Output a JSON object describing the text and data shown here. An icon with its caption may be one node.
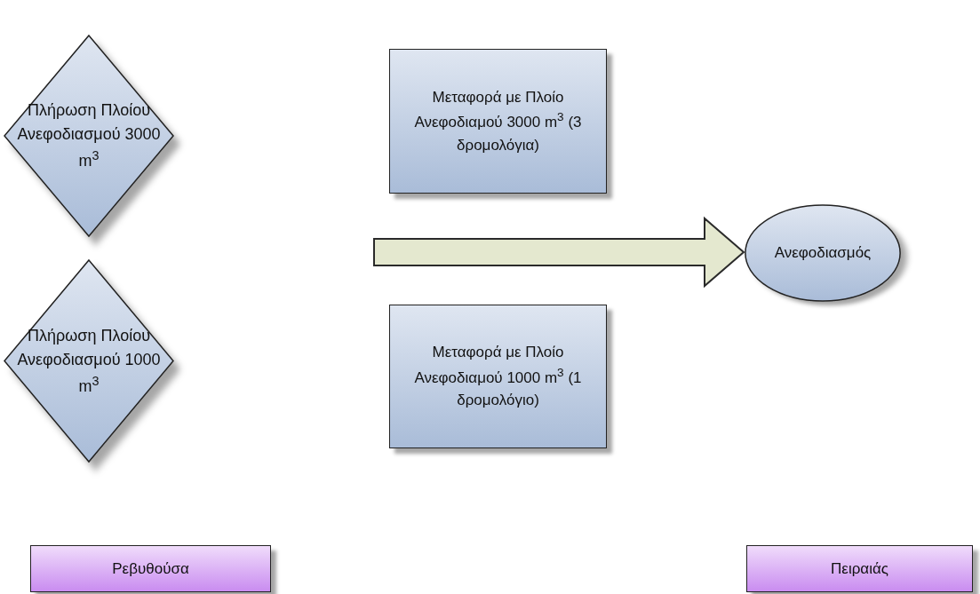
{
  "diagram": {
    "nodes": [
      {
        "text": [
          "Πλήρωση Πλοίου Ανεφοδιασμού 3000 m$^{3}$"
        ]
      },
      {
        "text": [
          "Μεταφορά με Πλοίο Ανεφοδιαμού 3000 m$^{3}$ (3 δρομολόγια)"
        ]
      },
      {
        "text": [
          "Ανεφοδιασμός"
        ]
      },
      {
        "text": [
          "Πλήρωση Πλοίου Ανεφοδιασμού 1000 m$^{3}$"
        ]
      },
      {
        "text": [
          "Μεταφορά με Πλοίο Ανεφοδιαμού 1000 m$^{3}$ (1 δρομολόγιο)"
        ]
      },
      {
        "text": [
          "Ρεβυθούσα"
        ]
      },
      {
        "text": [
          "Πειραιάς"
        ]
      }
    ],
    "edges": [
      {
        "from": null,
        "to": 2,
        "arrow": "to",
        "style": "thick"
      }
    ]
  }
}
